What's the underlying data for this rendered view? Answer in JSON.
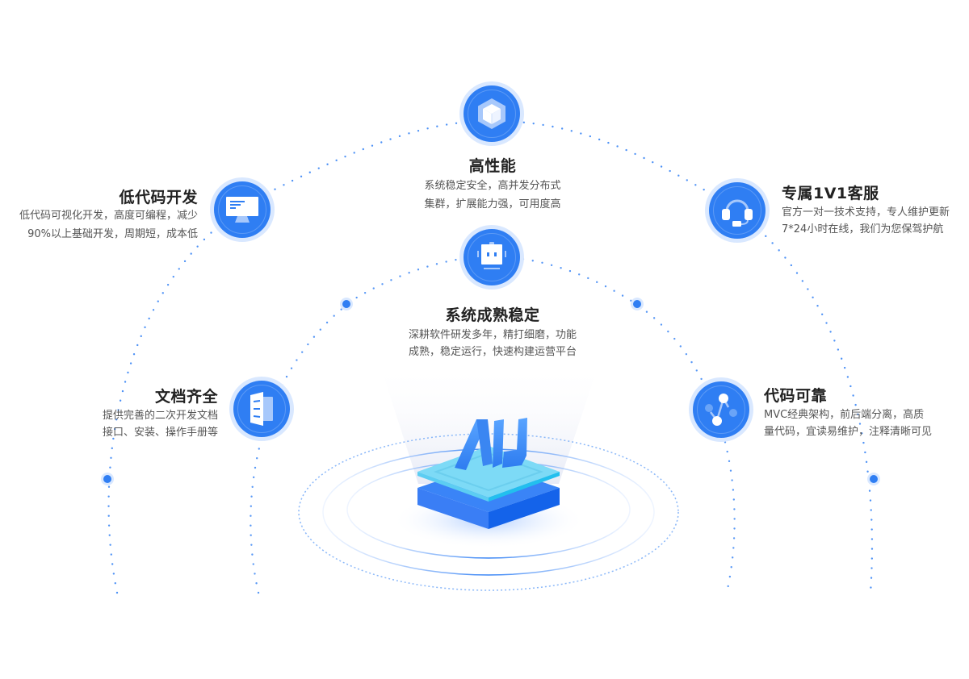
{
  "colors": {
    "primary": "#2f7ef3",
    "ring": "#d9e8ff",
    "title": "#222222",
    "desc": "#555555",
    "dots": "#3b86f5",
    "platform_top": "#6fd7f5",
    "platform_base": "#2070f0",
    "logo": "#3f8ff5"
  },
  "features": {
    "performance": {
      "icon": "cube-icon",
      "title": "高性能",
      "desc_line1": "系统稳定安全，高并发分布式",
      "desc_line2": "集群，扩展能力强，可用度高"
    },
    "lowcode": {
      "icon": "monitor-icon",
      "title": "低代码开发",
      "desc_line1": "低代码可视化开发，高度可编程，减少",
      "desc_line2": "90%以上基础开发，周期短，成本低"
    },
    "support": {
      "icon": "headset-icon",
      "title": "专属1V1客服",
      "desc_line1": "官方一对一技术支持，专人维护更新",
      "desc_line2": "7*24小时在线，我们为您保驾护航"
    },
    "stable": {
      "icon": "robot-icon",
      "title": "系统成熟稳定",
      "desc_line1": "深耕软件研发多年，精打细磨，功能",
      "desc_line2": "成熟，稳定运行，快速构建运营平台"
    },
    "docs": {
      "icon": "document-icon",
      "title": "文档齐全",
      "desc_line1": "提供完善的二次开发文档",
      "desc_line2": "接口、安装、操作手册等"
    },
    "code": {
      "icon": "share-nodes-icon",
      "title": "代码可靠",
      "desc_line1": "MVC经典架构，前后端分离，高质",
      "desc_line2": "量代码，宜读易维护，注释清晰可见"
    }
  },
  "center": {
    "logo_text": "AU"
  }
}
